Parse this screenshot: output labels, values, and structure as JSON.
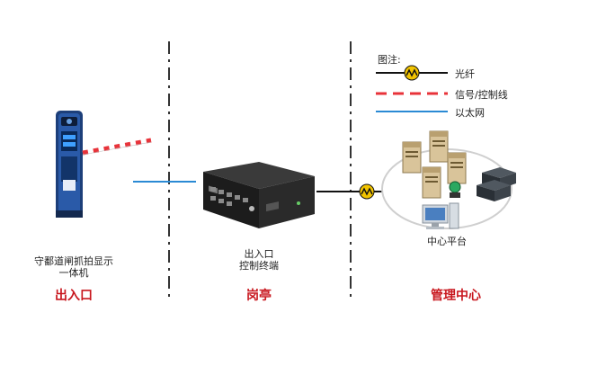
{
  "legend": {
    "title": "图注:",
    "items": [
      {
        "label": "光纤",
        "kind": "fiber"
      },
      {
        "label": "信号/控制线",
        "kind": "signal"
      },
      {
        "label": "以太网",
        "kind": "ethernet"
      }
    ]
  },
  "devices": {
    "gate_camera_label_line1": "守鄱道闸抓拍显示",
    "gate_camera_label_line2": "一体机",
    "controller_label_line1": "出入口",
    "controller_label_line2": "控制终端",
    "platform_label": "中心平台"
  },
  "zones": {
    "entrance": "出入口",
    "booth": "岗亭",
    "management": "管理中心"
  },
  "colors": {
    "zone_text": "#c8171e",
    "fiber": "#111111",
    "signal": "#e8333a",
    "ethernet": "#2a8ad4"
  }
}
